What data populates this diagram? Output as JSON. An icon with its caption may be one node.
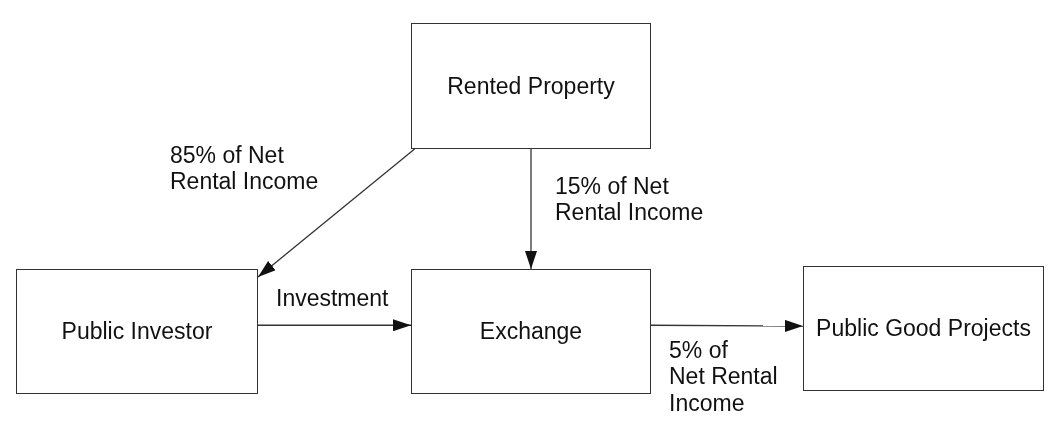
{
  "diagram": {
    "nodes": [
      {
        "text": [
          "Rented Property"
        ]
      },
      {
        "text": [
          "Public Investor"
        ]
      },
      {
        "text": [
          "Exchange"
        ]
      },
      {
        "text": [
          "Public Good Projects"
        ]
      }
    ],
    "edges": [
      {
        "from": 0,
        "to": 1,
        "arrow": "to",
        "label": "85% of Net Rental Income"
      },
      {
        "from": 0,
        "to": 2,
        "arrow": "to",
        "label": "15% of Net Rental Income"
      },
      {
        "from": 1,
        "to": 2,
        "arrow": "to",
        "label": "Investment"
      },
      {
        "from": 2,
        "to": 3,
        "arrow": "to",
        "label": "5% of Net Rental Income"
      }
    ]
  }
}
